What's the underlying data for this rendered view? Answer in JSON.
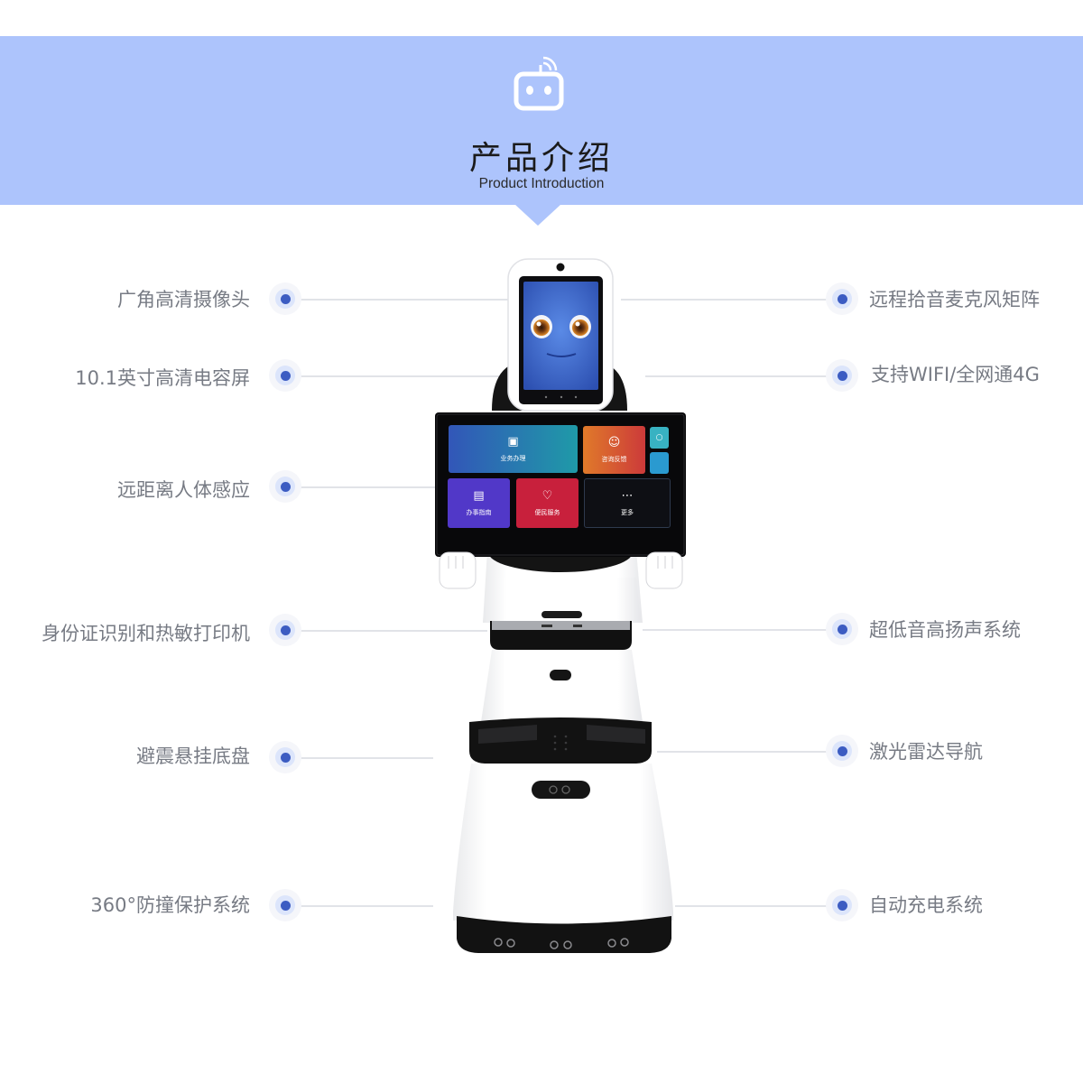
{
  "header": {
    "icon": "robot-wifi-icon",
    "title": "产品介绍",
    "subtitle": "Product Introduction",
    "background_color": "#adc4fc"
  },
  "features": {
    "left": [
      {
        "label": "广角高清摄像头"
      },
      {
        "label": "10.1英寸高清电容屏"
      },
      {
        "label": "远距离人体感应"
      },
      {
        "label": "身份证识别和热敏打印机"
      },
      {
        "label": "避震悬挂底盘"
      },
      {
        "label": "360°防撞保护系统"
      }
    ],
    "right": [
      {
        "label": "远程拾音麦克风矩阵"
      },
      {
        "label": "支持WIFI/全网通4G"
      },
      {
        "label": "超低音高扬声系统"
      },
      {
        "label": "激光雷达导航"
      },
      {
        "label": "自动充电系统"
      }
    ],
    "dot_color": "#3c5cc2",
    "label_color": "#777b84"
  },
  "robot": {
    "head_screen": {
      "face": "cartoon-face",
      "eye_color": "#c8741c",
      "screen_color": "#3f6fd8"
    },
    "tablet": {
      "tiles": [
        {
          "label": "业务办理",
          "icon": "monitor-person-icon",
          "color_from": "#3256b8",
          "color_to": "#1f9aa8"
        },
        {
          "label": "咨询反馈",
          "icon": "smiley-chat-icon",
          "color_from": "#e07a2a",
          "color_to": "#cc3a3a"
        },
        {
          "label": "办事指南",
          "icon": "signpost-icon",
          "color": "#5138c8"
        },
        {
          "label": "便民服务",
          "icon": "heart-hand-icon",
          "color": "#c8203c"
        },
        {
          "label": "更多",
          "icon": "more-dots-icon",
          "color": "#0e0f14"
        }
      ],
      "side_buttons": [
        {
          "icon": "circle-icon",
          "color": "#38b2c2"
        },
        {
          "icon": "blank-icon",
          "color": "#2a9ad0"
        }
      ]
    }
  }
}
